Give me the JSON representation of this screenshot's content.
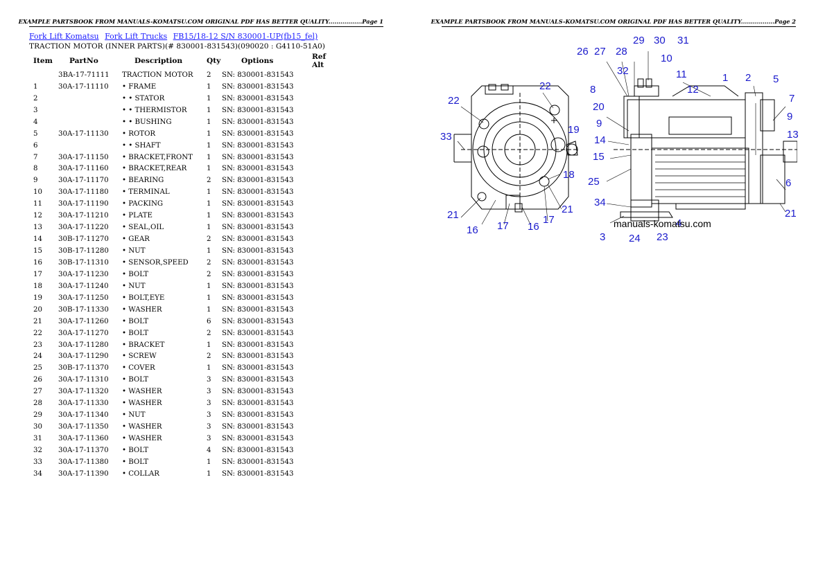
{
  "pages": [
    {
      "header": "EXAMPLE PARTSBOOK FROM MANUALS-KOMATSU.COM ORIGINAL PDF HAS BETTER QUALITY.................Page 1"
    },
    {
      "header": "EXAMPLE PARTSBOOK FROM MANUALS-KOMATSU.COM ORIGINAL PDF HAS BETTER QUALITY.................Page 2"
    }
  ],
  "breadcrumb": [
    "Fork Lift Komatsu",
    "Fork Lift Trucks",
    "FB15/18-12 S/N 830001-UP(fb15_fel)"
  ],
  "subtitle": "TRACTION MOTOR (INNER PARTS)(# 830001-831543)(090020 : G4110-51A0)",
  "columns": [
    "Item",
    "PartNo",
    "Description",
    "Qty",
    "Options",
    "Ref Alt"
  ],
  "rows": [
    {
      "item": "",
      "part": "3BA-17-71111",
      "desc": "TRACTION MOTOR",
      "qty": "2",
      "opt": "SN: 830001-831543"
    },
    {
      "item": "1",
      "part": "30A-17-11110",
      "desc": "• FRAME",
      "qty": "1",
      "opt": "SN: 830001-831543"
    },
    {
      "item": "2",
      "part": "",
      "desc": "• • STATOR",
      "qty": "1",
      "opt": "SN: 830001-831543"
    },
    {
      "item": "3",
      "part": "",
      "desc": "• • THERMISTOR",
      "qty": "1",
      "opt": "SN: 830001-831543"
    },
    {
      "item": "4",
      "part": "",
      "desc": "• • BUSHING",
      "qty": "1",
      "opt": "SN: 830001-831543"
    },
    {
      "item": "5",
      "part": "30A-17-11130",
      "desc": "• ROTOR",
      "qty": "1",
      "opt": "SN: 830001-831543"
    },
    {
      "item": "6",
      "part": "",
      "desc": "• • SHAFT",
      "qty": "1",
      "opt": "SN: 830001-831543"
    },
    {
      "item": "7",
      "part": "30A-17-11150",
      "desc": "• BRACKET,FRONT",
      "qty": "1",
      "opt": "SN: 830001-831543"
    },
    {
      "item": "8",
      "part": "30A-17-11160",
      "desc": "• BRACKET,REAR",
      "qty": "1",
      "opt": "SN: 830001-831543"
    },
    {
      "item": "9",
      "part": "30A-17-11170",
      "desc": "• BEARING",
      "qty": "2",
      "opt": "SN: 830001-831543"
    },
    {
      "item": "10",
      "part": "30A-17-11180",
      "desc": "• TERMINAL",
      "qty": "1",
      "opt": "SN: 830001-831543"
    },
    {
      "item": "11",
      "part": "30A-17-11190",
      "desc": "• PACKING",
      "qty": "1",
      "opt": "SN: 830001-831543"
    },
    {
      "item": "12",
      "part": "30A-17-11210",
      "desc": "• PLATE",
      "qty": "1",
      "opt": "SN: 830001-831543"
    },
    {
      "item": "13",
      "part": "30A-17-11220",
      "desc": "• SEAL,OIL",
      "qty": "1",
      "opt": "SN: 830001-831543"
    },
    {
      "item": "14",
      "part": "30B-17-11270",
      "desc": "• GEAR",
      "qty": "2",
      "opt": "SN: 830001-831543"
    },
    {
      "item": "15",
      "part": "30B-17-11280",
      "desc": "• NUT",
      "qty": "1",
      "opt": "SN: 830001-831543"
    },
    {
      "item": "16",
      "part": "30B-17-11310",
      "desc": "• SENSOR,SPEED",
      "qty": "2",
      "opt": "SN: 830001-831543"
    },
    {
      "item": "17",
      "part": "30A-17-11230",
      "desc": "• BOLT",
      "qty": "2",
      "opt": "SN: 830001-831543"
    },
    {
      "item": "18",
      "part": "30A-17-11240",
      "desc": "• NUT",
      "qty": "1",
      "opt": "SN: 830001-831543"
    },
    {
      "item": "19",
      "part": "30A-17-11250",
      "desc": "• BOLT,EYE",
      "qty": "1",
      "opt": "SN: 830001-831543"
    },
    {
      "item": "20",
      "part": "30B-17-11330",
      "desc": "• WASHER",
      "qty": "1",
      "opt": "SN: 830001-831543"
    },
    {
      "item": "21",
      "part": "30A-17-11260",
      "desc": "• BOLT",
      "qty": "6",
      "opt": "SN: 830001-831543"
    },
    {
      "item": "22",
      "part": "30A-17-11270",
      "desc": "• BOLT",
      "qty": "2",
      "opt": "SN: 830001-831543"
    },
    {
      "item": "23",
      "part": "30A-17-11280",
      "desc": "• BRACKET",
      "qty": "1",
      "opt": "SN: 830001-831543"
    },
    {
      "item": "24",
      "part": "30A-17-11290",
      "desc": "• SCREW",
      "qty": "2",
      "opt": "SN: 830001-831543"
    },
    {
      "item": "25",
      "part": "30B-17-11370",
      "desc": "• COVER",
      "qty": "1",
      "opt": "SN: 830001-831543"
    },
    {
      "item": "26",
      "part": "30A-17-11310",
      "desc": "• BOLT",
      "qty": "3",
      "opt": "SN: 830001-831543"
    },
    {
      "item": "27",
      "part": "30A-17-11320",
      "desc": "• WASHER",
      "qty": "3",
      "opt": "SN: 830001-831543"
    },
    {
      "item": "28",
      "part": "30A-17-11330",
      "desc": "• WASHER",
      "qty": "3",
      "opt": "SN: 830001-831543"
    },
    {
      "item": "29",
      "part": "30A-17-11340",
      "desc": "• NUT",
      "qty": "3",
      "opt": "SN: 830001-831543"
    },
    {
      "item": "30",
      "part": "30A-17-11350",
      "desc": "• WASHER",
      "qty": "3",
      "opt": "SN: 830001-831543"
    },
    {
      "item": "31",
      "part": "30A-17-11360",
      "desc": "• WASHER",
      "qty": "3",
      "opt": "SN: 830001-831543"
    },
    {
      "item": "32",
      "part": "30A-17-11370",
      "desc": "• BOLT",
      "qty": "4",
      "opt": "SN: 830001-831543"
    },
    {
      "item": "33",
      "part": "30A-17-11380",
      "desc": "• BOLT",
      "qty": "1",
      "opt": "SN: 830001-831543"
    },
    {
      "item": "34",
      "part": "30A-17-11390",
      "desc": "• COLLAR",
      "qty": "1",
      "opt": "SN: 830001-831543"
    }
  ],
  "diagram": {
    "watermark": "manuals-komatsu.com",
    "callout_color": "#1a1acc",
    "callouts": [
      "22",
      "22",
      "33",
      "19",
      "18",
      "21",
      "21",
      "16",
      "17",
      "16",
      "17",
      "26",
      "27",
      "28",
      "29",
      "30",
      "31",
      "10",
      "11",
      "12",
      "32",
      "1",
      "2",
      "5",
      "7",
      "8",
      "20",
      "9",
      "9",
      "13",
      "14",
      "15",
      "25",
      "34",
      "6",
      "21",
      "3",
      "24",
      "23",
      "4"
    ]
  }
}
